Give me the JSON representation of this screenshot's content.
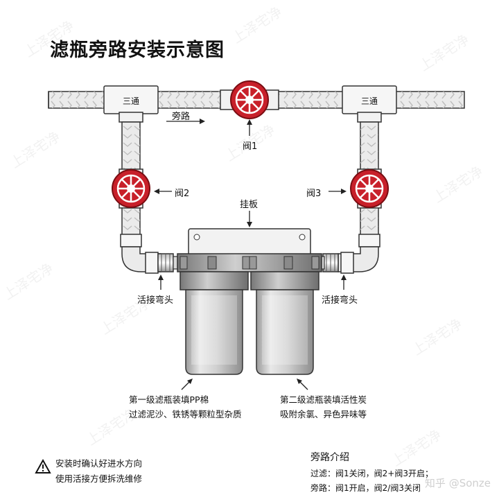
{
  "title": "滤瓶旁路安装示意图",
  "labels": {
    "tee_left": "三通",
    "tee_right": "三通",
    "bypass": "旁路",
    "valve1": "阀1",
    "valve2": "阀2",
    "valve3": "阀3",
    "bracket": "挂板",
    "elbow_left": "活接弯头",
    "elbow_right": "活接弯头"
  },
  "filters": {
    "stage1_line1": "第一级滤瓶装填PP棉",
    "stage1_line2": "过滤泥沙、铁锈等颗粒型杂质",
    "stage2_line1": "第二级滤瓶装填活性炭",
    "stage2_line2": "吸附余氯、异色异味等"
  },
  "warning": {
    "line1": "安装时确认好进水方向",
    "line2": "使用活接方便拆洗维修"
  },
  "bypass_intro": {
    "title": "旁路介绍",
    "line1": "过滤：阀1关闭，阀2+阀3开启；",
    "line2": "旁路：阀1开启，阀2/阀3关闭"
  },
  "watermark": "上泽宅净",
  "credit": "知乎 @Sonze",
  "colors": {
    "valve": "#c8202a",
    "pipe": "#ebebeb",
    "outline": "#333333"
  }
}
